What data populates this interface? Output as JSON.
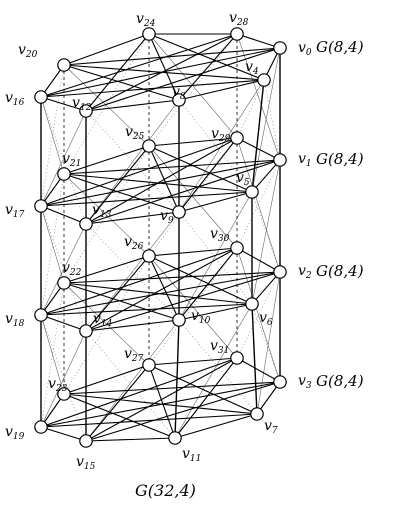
{
  "figure": {
    "caption": "G(32,4)",
    "layer_label": "G(8,4)",
    "layer_labels": [
      "G(8,4)",
      "G(8,4)",
      "G(8,4)",
      "G(8,4)"
    ]
  },
  "vertices": [
    {
      "id": 0,
      "main": "v",
      "sub": "0"
    },
    {
      "id": 1,
      "main": "v",
      "sub": "1"
    },
    {
      "id": 2,
      "main": "v",
      "sub": "2"
    },
    {
      "id": 3,
      "main": "v",
      "sub": "3"
    },
    {
      "id": 4,
      "main": "v",
      "sub": "4"
    },
    {
      "id": 5,
      "main": "v",
      "sub": "5"
    },
    {
      "id": 6,
      "main": "v",
      "sub": "6"
    },
    {
      "id": 7,
      "main": "v",
      "sub": "7"
    },
    {
      "id": 8,
      "main": "v",
      "sub": "8"
    },
    {
      "id": 9,
      "main": "v",
      "sub": "9"
    },
    {
      "id": 10,
      "main": "v",
      "sub": "10"
    },
    {
      "id": 11,
      "main": "v",
      "sub": "11"
    },
    {
      "id": 12,
      "main": "v",
      "sub": "12"
    },
    {
      "id": 13,
      "main": "v",
      "sub": "13"
    },
    {
      "id": 14,
      "main": "v",
      "sub": "14"
    },
    {
      "id": 15,
      "main": "v",
      "sub": "15"
    },
    {
      "id": 16,
      "main": "v",
      "sub": "16"
    },
    {
      "id": 17,
      "main": "v",
      "sub": "17"
    },
    {
      "id": 18,
      "main": "v",
      "sub": "18"
    },
    {
      "id": 19,
      "main": "v",
      "sub": "19"
    },
    {
      "id": 20,
      "main": "v",
      "sub": "20"
    },
    {
      "id": 21,
      "main": "v",
      "sub": "21"
    },
    {
      "id": 22,
      "main": "v",
      "sub": "22"
    },
    {
      "id": 23,
      "main": "v",
      "sub": "23"
    },
    {
      "id": 24,
      "main": "v",
      "sub": "24"
    },
    {
      "id": 25,
      "main": "v",
      "sub": "25"
    },
    {
      "id": 26,
      "main": "v",
      "sub": "26"
    },
    {
      "id": 27,
      "main": "v",
      "sub": "27"
    },
    {
      "id": 28,
      "main": "v",
      "sub": "28"
    },
    {
      "id": 29,
      "main": "v",
      "sub": "29"
    },
    {
      "id": 30,
      "main": "v",
      "sub": "30"
    },
    {
      "id": 31,
      "main": "v",
      "sub": "31"
    }
  ]
}
